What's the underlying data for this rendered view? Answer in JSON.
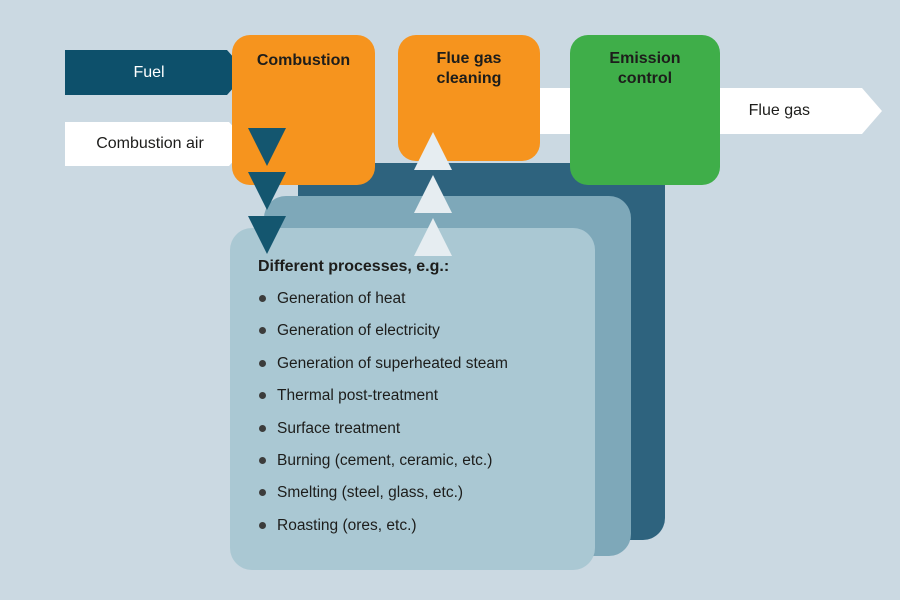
{
  "colors": {
    "background": "#cbd9e2",
    "process_orange": "#f6941e",
    "process_green": "#3fae49",
    "dark_teal": "#0d506b",
    "card_back": "#2e637e",
    "card_middle": "#7ea8b9",
    "card_front": "#aac8d3"
  },
  "flow": {
    "fuel": "Fuel",
    "combustion_air": "Combustion air",
    "flue_gas": "Flue gas",
    "combustion": "Combustion",
    "flue_gas_cleaning": "Flue gas cleaning",
    "emission_control": "Emission control"
  },
  "processes": {
    "title": "Different processes, e.g.:",
    "items": [
      "Generation of heat",
      "Generation of electricity",
      "Generation of superheated steam",
      "Thermal post-treatment",
      "Surface treatment",
      "Burning (cement, ceramic, etc.)",
      "Smelting (steel, glass, etc.)",
      "Roasting (ores, etc.)"
    ]
  }
}
